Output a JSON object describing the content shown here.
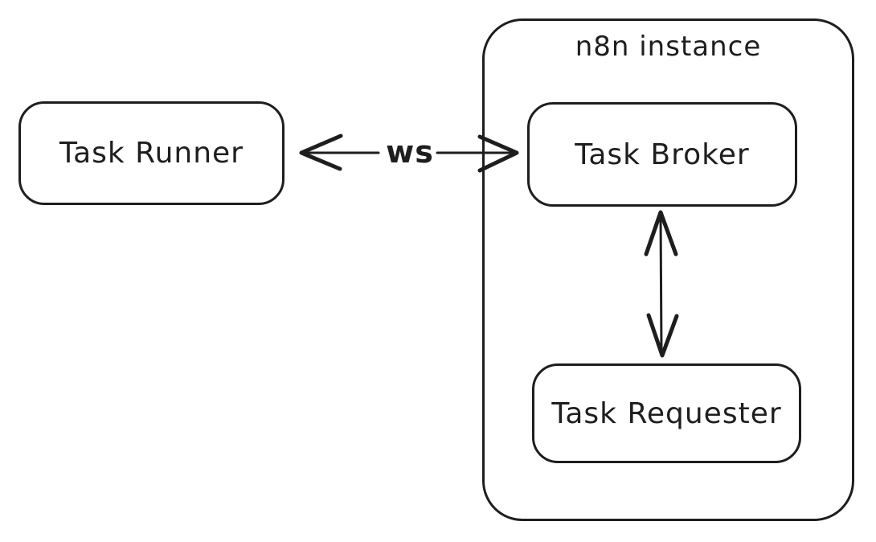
{
  "diagram": {
    "type": "flow-diagram",
    "style": "hand-drawn",
    "colors": {
      "background": "#ffffff",
      "stroke": "#1e1e1e"
    },
    "nodes": {
      "task_runner": {
        "label": "Task Runner"
      },
      "task_broker": {
        "label": "Task Broker"
      },
      "task_requester": {
        "label": "Task Requester"
      }
    },
    "containers": {
      "n8n_instance": {
        "label": "n8n instance",
        "children": [
          "Task Broker",
          "Task Requester"
        ]
      }
    },
    "edges": [
      {
        "from": "Task Runner",
        "to": "Task Broker",
        "direction": "bidirectional",
        "label": "ws"
      },
      {
        "from": "Task Broker",
        "to": "Task Requester",
        "direction": "bidirectional",
        "label": ""
      }
    ]
  }
}
